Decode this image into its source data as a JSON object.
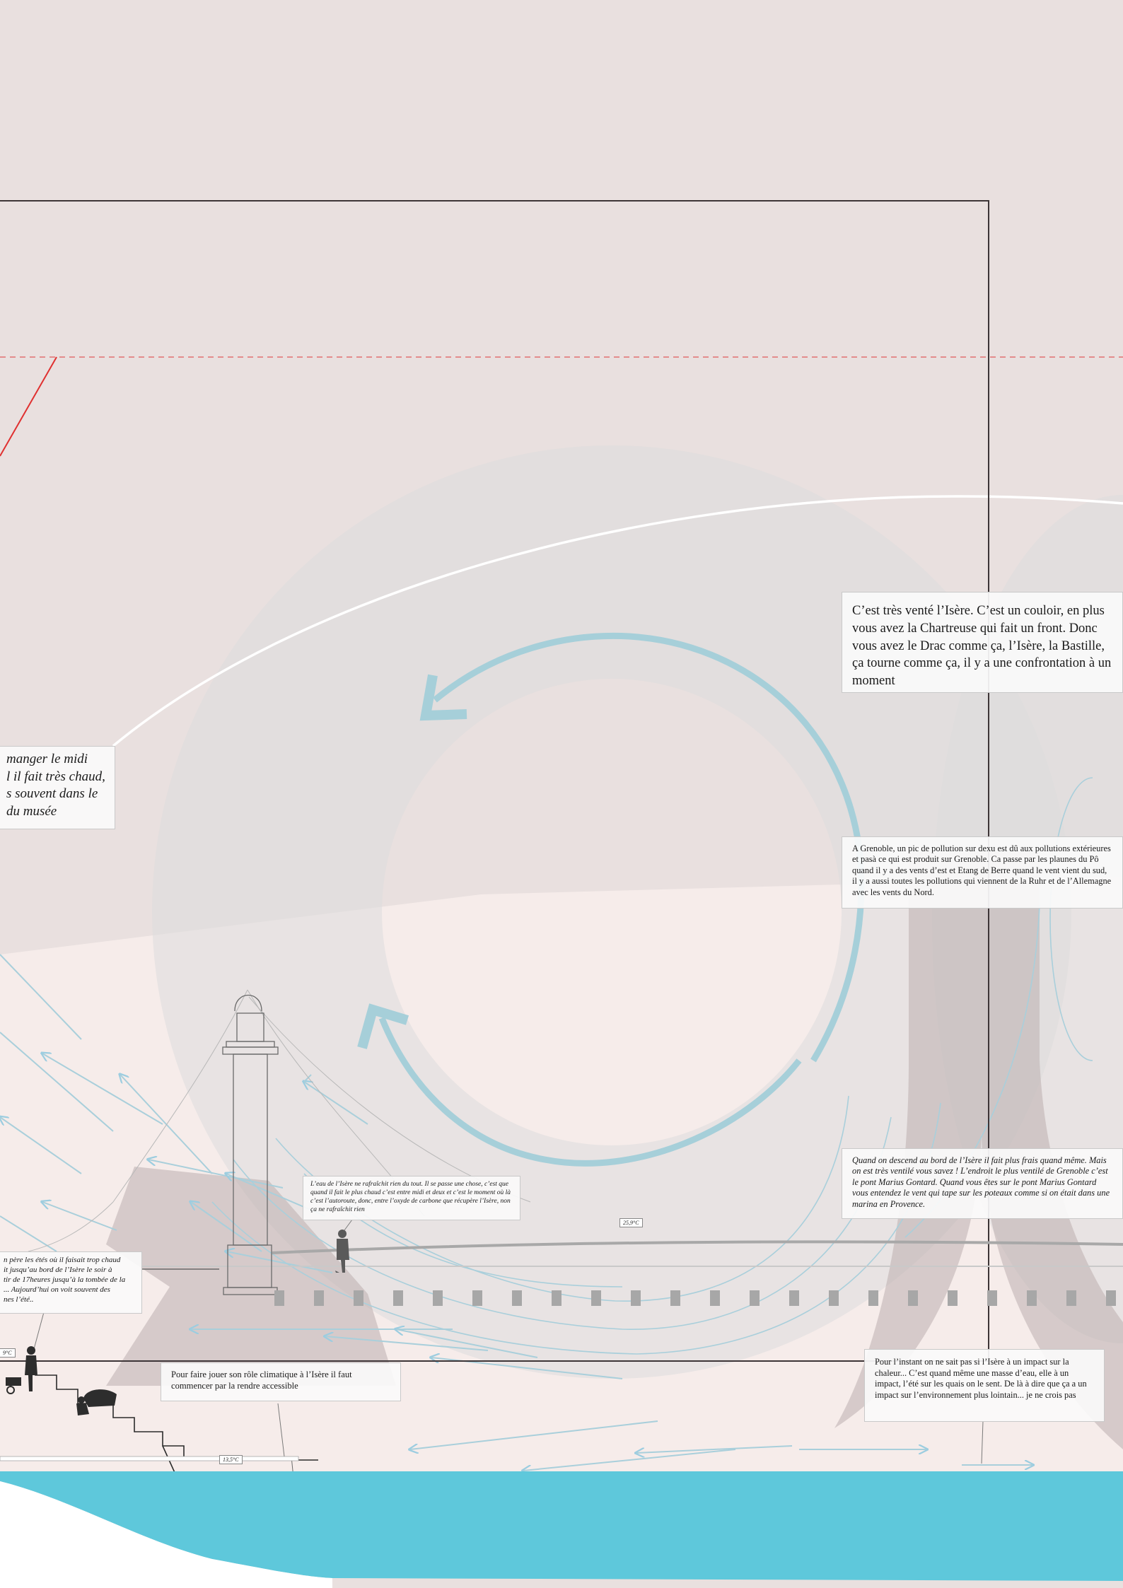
{
  "colors": {
    "background_top": "#e9e0df",
    "background_lower": "#f6ecea",
    "vortex_grey": "#c9c9c9",
    "dark_band": "#bcafae",
    "wind_arrow_blue": "#a9cfdb",
    "circle_arrow_blue": "#a6cfd9",
    "river": "#5ec8db",
    "frame_line": "#3d3537",
    "dashed_line": "#e05a5a",
    "red_line": "#e03030"
  },
  "quotes": {
    "wind_corridor": "C’est très venté l’Isère. C’est un couloir, en plus vous avez la Chartreuse qui fait un front. Donc vous avez le Drac comme ça, l’Isère, la Bastille, ça tourne comme ça, il y a une confrontation à un moment",
    "pollution": "A Grenoble, un pic de pollution sur dexu est dû aux pollutions extérieures et pasà ce qui est produit sur Grenoble. Ca passe par les plaunes du Pô quand il y a des vents d’est et Etang de Berre quand le vent vient du sud, il y a aussi toutes les pollutions qui viennent de la Ruhr et de l’Allemagne avec les vents du Nord.",
    "cooler_bank": "Quand on descend au bord de l’Isère il fait plus frais quand même. Mais on est très ventilé vous savez ! L’endroit le plus ventilé de Grenoble c’est le pont Marius Gontard. Quand vous êtes sur le pont Marius Gontard vous entendez le vent qui tape sur les poteaux comme si on était dans une marina en Provence.",
    "water_not_cooling": "L’eau de l’Isère ne rafraîchit rien du tout. Il se passe une chose, c’est que quand il fait le plus chaud c’est entre midi et deux et c’est le moment où là c’est l’autoroute, donc, entre l’oxyde de carbone que récupère l’Isère, non ça ne rafraîchit rien",
    "lunch_museum": "manger le midi\nl il fait très chaud,\ns souvent dans le\ndu musée",
    "father_summers": "n père les étés où il faisait trop chaud\nit jusqu’au bord de l’Isère le soir à\ntir de 17heures jusqu’à la tombée de la\n... Aujourd’hui on voit souvent des\nnes l’été..",
    "climatic_role": "Pour faire jouer son rôle climatique à l’Isère il faut commencer par la rendre accessible",
    "impact_unknown": "Pour l’instant on ne sait pas si l’Isère à un impact sur la chaleur... C’est quand même une masse d’eau, elle à un impact, l’été sur les quais on le sent. De là à dire que ça a un impact sur l’environnement plus lointain... je ne crois pas"
  },
  "temperatures": {
    "bridge": "25,9°C",
    "stairs": "9°C",
    "quay": "13,5°C"
  }
}
